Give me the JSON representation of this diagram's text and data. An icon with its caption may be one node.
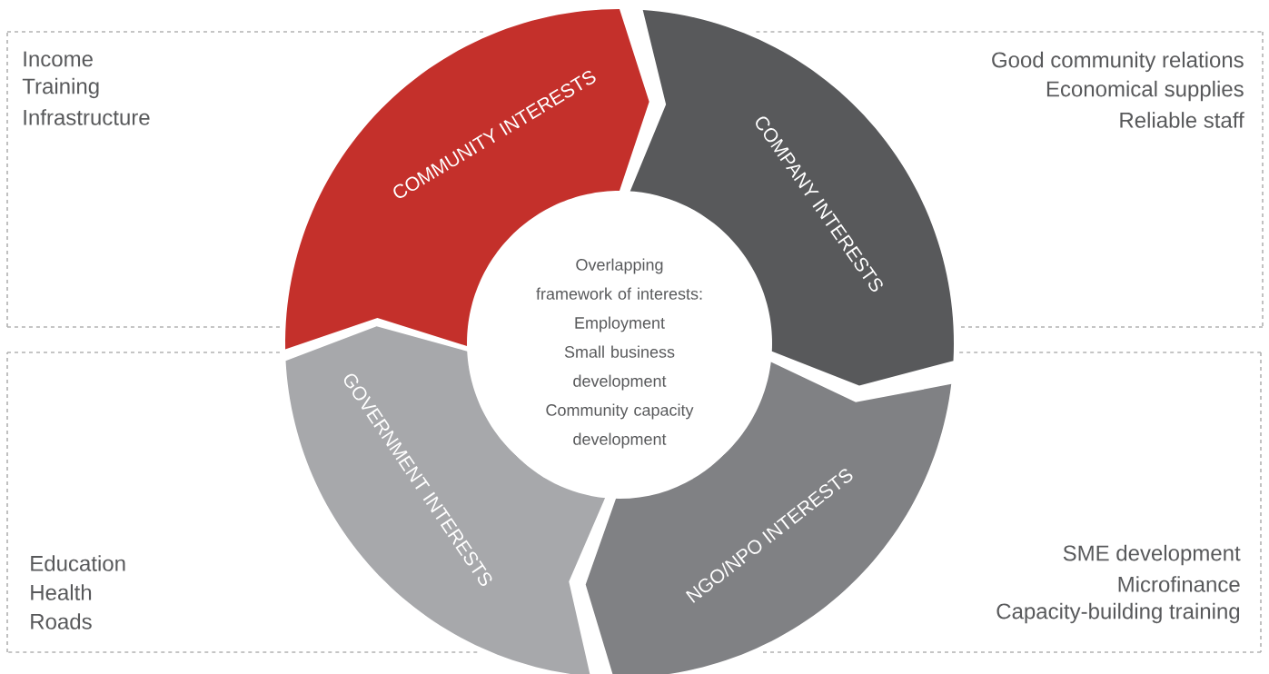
{
  "diagram": {
    "nodes": [
      {
        "text": [
          "Income",
          "Training",
          "Infrastructure"
        ]
      },
      {
        "text": [
          "Good community relations",
          "Economical supplies",
          "Reliable staff"
        ]
      },
      {
        "text": [
          "Education",
          "Health",
          "Roads"
        ]
      },
      {
        "text": [
          "SME development",
          "Microfinance",
          "Capacity-building training"
        ]
      },
      {
        "text": [
          "COMMUNITY INTERESTS"
        ]
      },
      {
        "text": [
          "COMPANY INTERESTS"
        ]
      },
      {
        "text": [
          "NGO/NPO INTERESTS"
        ]
      },
      {
        "text": [
          "GOVERNMENT INTERESTS"
        ]
      },
      {
        "text": [
          "Overlapping framework of interests:",
          "Employment",
          "Small business development",
          "Community capacity development"
        ]
      }
    ]
  }
}
